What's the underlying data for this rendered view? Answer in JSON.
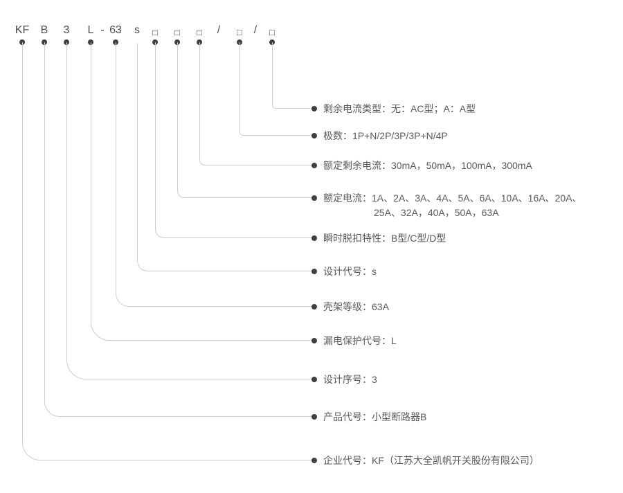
{
  "colors": {
    "text": "#4d4d4d",
    "label_text": "#595959",
    "connector_line": "#cccccc",
    "dot": "#404040",
    "background": "#ffffff"
  },
  "diagram": {
    "parts": [
      {
        "id": "kf",
        "char": "KF",
        "label": "企业代号：KF（江苏大全凯帆开关股份有限公司）"
      },
      {
        "id": "b",
        "char": "B",
        "label": "产品代号：小型断路器B"
      },
      {
        "id": "n3",
        "char": "3",
        "label": "设计序号：3"
      },
      {
        "id": "l",
        "char": "L",
        "label": "漏电保护代号：L"
      },
      {
        "id": "dash",
        "char": "-",
        "label": null
      },
      {
        "id": "n63",
        "char": "63",
        "label": "壳架等级：63A"
      },
      {
        "id": "s",
        "char": "s",
        "label": "设计代号：s",
        "no_dot": true
      },
      {
        "id": "box1",
        "char": "□",
        "label": "瞬时脱扣特性：B型/C型/D型"
      },
      {
        "id": "box2",
        "char": "□",
        "label": "额定电流：1A、2A、3A、4A、5A、6A、10A、16A、20A、",
        "label2": "25A、32A，40A，50A，63A"
      },
      {
        "id": "box3",
        "char": "□",
        "label": "额定剩余电流：30mA，50mA，100mA，300mA"
      },
      {
        "id": "slash1",
        "char": "/",
        "label": null
      },
      {
        "id": "box4",
        "char": "□",
        "label": "极数：1P+N/2P/3P/3P+N/4P"
      },
      {
        "id": "slash2",
        "char": "/",
        "label": null
      },
      {
        "id": "box5",
        "char": "□",
        "label": "剩余电流类型：无：AC型；A：A型"
      }
    ]
  }
}
